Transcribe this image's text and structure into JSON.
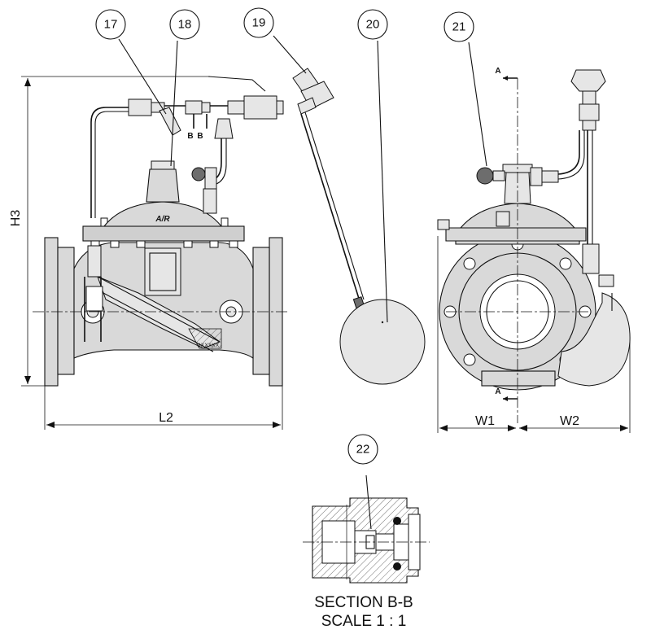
{
  "callouts": [
    "17",
    "18",
    "19",
    "20",
    "21",
    "22"
  ],
  "dimensions": {
    "height": "H3",
    "length": "L2",
    "width_left": "W1",
    "width_right": "W2"
  },
  "section_markers": {
    "cut_label": "A",
    "detail_label": "B"
  },
  "body_marking": "XXXXXX",
  "caption": {
    "line1": "SECTION B-B",
    "line2": "SCALE 1 : 1"
  }
}
